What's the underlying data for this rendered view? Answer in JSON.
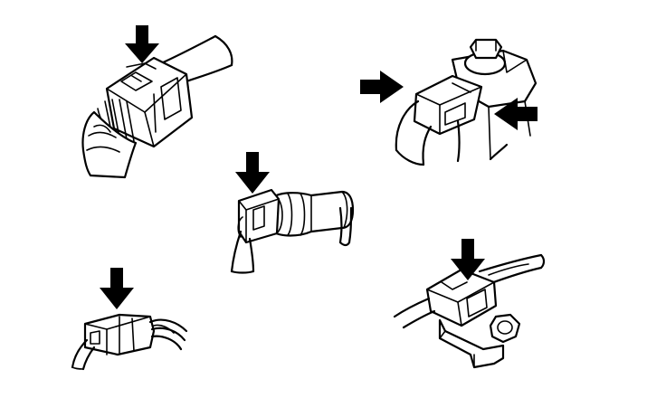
{
  "figure": {
    "background": "#ffffff",
    "line_color": "#000000",
    "panels": [
      {
        "id": "connector-1",
        "icon": "wire-harness-connector",
        "arrow": "down-arrow"
      },
      {
        "id": "connector-2",
        "icon": "sensor-connector",
        "arrows": [
          "right-arrow",
          "left-arrow"
        ]
      },
      {
        "id": "connector-3",
        "icon": "inline-connector",
        "arrow": "down-arrow"
      },
      {
        "id": "connector-4",
        "icon": "small-connector",
        "arrow": "down-arrow"
      },
      {
        "id": "connector-5",
        "icon": "bracket-mounted-connector",
        "arrow": "down-arrow"
      }
    ]
  }
}
